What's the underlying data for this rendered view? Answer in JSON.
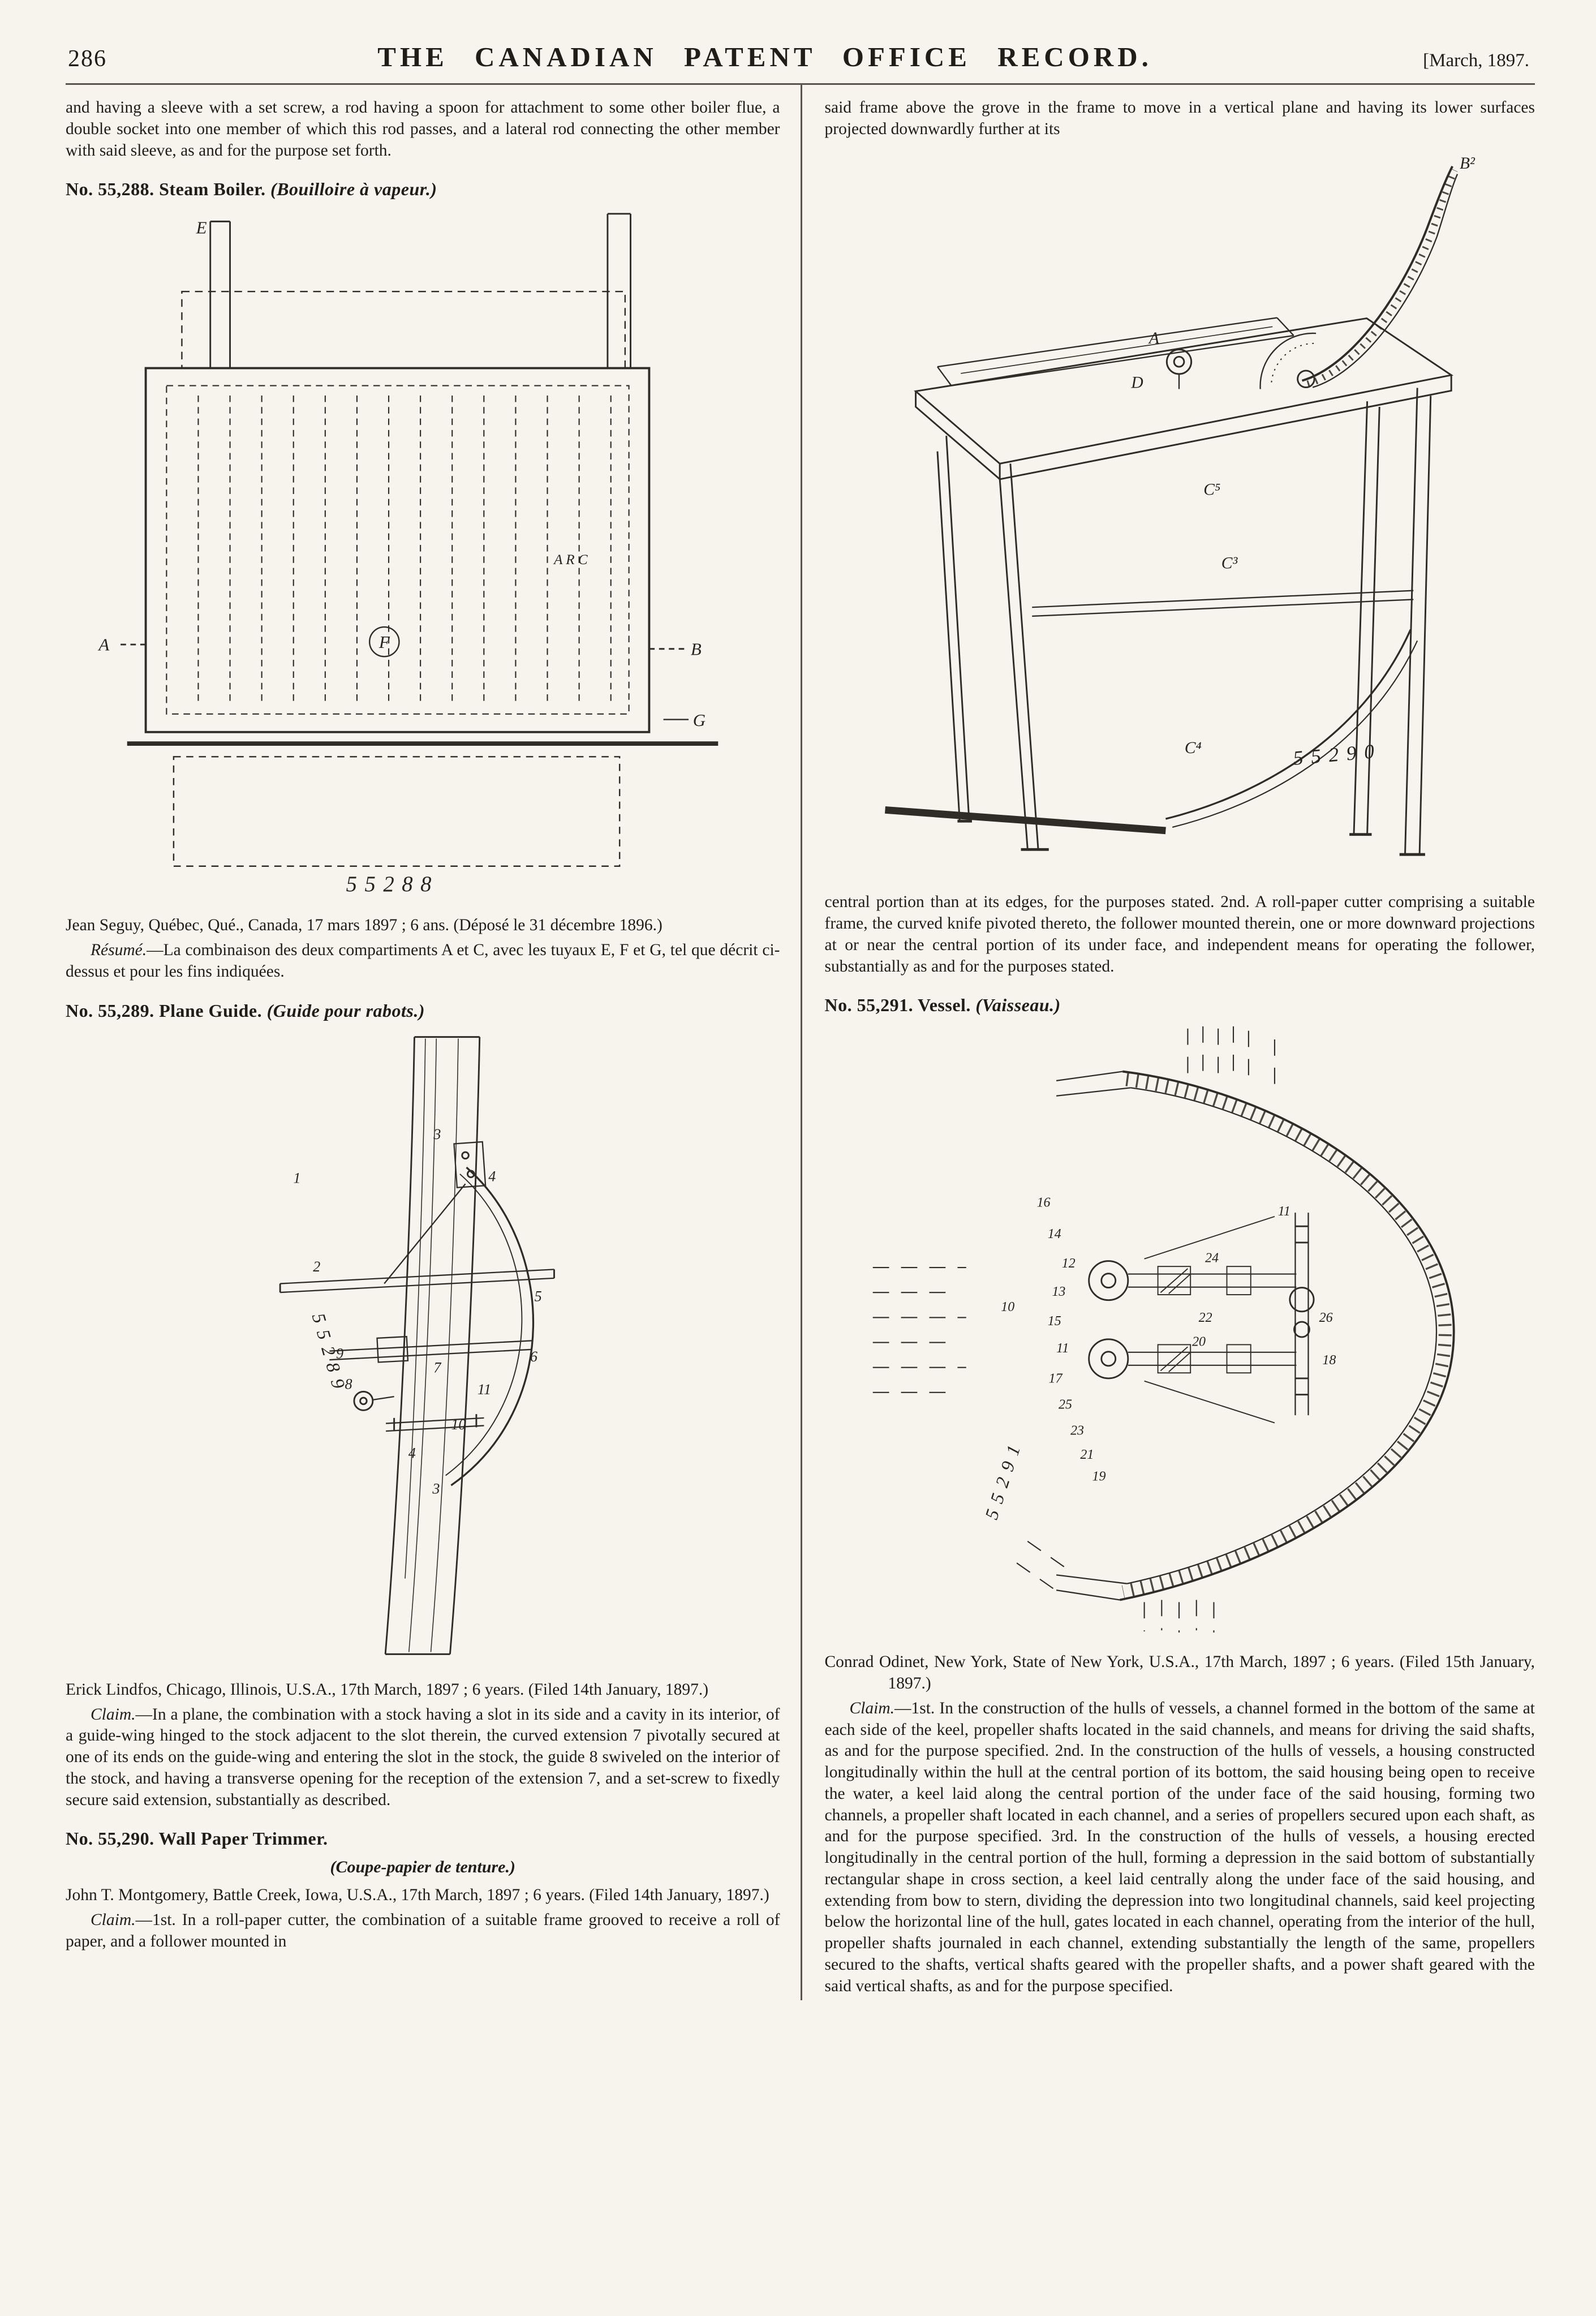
{
  "header": {
    "page_number": "286",
    "title": "THE CANADIAN PATENT OFFICE RECORD.",
    "issue": "[March, 1897."
  },
  "left": {
    "continuation": "and having a sleeve with a set screw, a rod having a spoon for attachment to some other boiler flue, a double socket into one member of which this rod passes, and a lateral rod connecting the other member with said sleeve, as and for the purpose set forth.",
    "e288": {
      "no": "No. 55,288.",
      "title": "Steam Boiler.",
      "title_fr": "(Bouilloire à vapeur.)",
      "inventor": "Jean Seguy, Québec, Qué., Canada, 17 mars 1897 ; 6 ans. (Déposé le 31 décembre 1896.)",
      "claim_label": "Résumé.",
      "claim": "—La combinaison des deux compartiments A et C, avec les tuyaux E, F et G, tel que décrit ci-dessus et pour les fins indiquées.",
      "fig": {
        "number": "55288",
        "labels": {
          "e": "E",
          "a": "A",
          "b": "B",
          "f": "F",
          "g": "G",
          "arc": "A R C"
        }
      }
    },
    "e289": {
      "no": "No. 55,289.",
      "title": "Plane Guide.",
      "title_fr": "(Guide pour rabots.)",
      "inventor": "Erick Lindfos, Chicago, Illinois, U.S.A., 17th March, 1897 ; 6 years. (Filed 14th January, 1897.)",
      "claim_label": "Claim.",
      "claim": "—In a plane, the combination with a stock having a slot in its side and a cavity in its interior, of a guide-wing hinged to the stock adjacent to the slot therein, the curved extension 7 pivotally secured at one of its ends on the guide-wing and entering the slot in the stock, the guide 8 swiveled on the interior of the stock, and having a transverse opening for the reception of the extension 7, and a set-screw to fixedly secure said extension, substantially as described.",
      "fig": {
        "number": "55289",
        "labels": [
          "1",
          "2",
          "3",
          "4",
          "5",
          "6",
          "7",
          "8",
          "9",
          "10",
          "11"
        ]
      }
    },
    "e290": {
      "no": "No. 55,290.",
      "title": "Wall Paper Trimmer.",
      "title_fr": "(Coupe-papier de tenture.)",
      "inventor": "John T. Montgomery, Battle Creek, Iowa, U.S.A., 17th March, 1897 ; 6 years. (Filed 14th January, 1897.)",
      "claim_label": "Claim.",
      "claim_part1": "—1st. In a roll-paper cutter, the combination of a suitable frame grooved to receive a roll of paper, and a follower mounted in"
    }
  },
  "right": {
    "cont1": "said frame above the grove in the frame to move in a vertical plane and having its lower surfaces projected downwardly further at its",
    "cont2": "central portion than at its edges, for the purposes stated. 2nd. A roll-paper cutter comprising a suitable frame, the curved knife pivoted thereto, the follower mounted therein, one or more downward projections at or near the central portion of its under face, and independent means for operating the follower, substantially as and for the purposes stated.",
    "fig290": {
      "number": "55290",
      "labels": {
        "a": "A",
        "b2": "B²",
        "c5": "C⁵",
        "c3": "C³",
        "c4": "C⁴",
        "d": "D"
      }
    },
    "e291": {
      "no": "No. 55,291.",
      "title": "Vessel.",
      "title_fr": "(Vaisseau.)",
      "inventor": "Conrad Odinet, New York, State of New York, U.S.A., 17th March, 1897 ; 6 years. (Filed 15th January, 1897.)",
      "claim_label": "Claim.",
      "claim": "—1st. In the construction of the hulls of vessels, a channel formed in the bottom of the same at each side of the keel, propeller shafts located in the said channels, and means for driving the said shafts, as and for the purpose specified. 2nd. In the construction of the hulls of vessels, a housing constructed longitudinally within the hull at the central portion of its bottom, the said housing being open to receive the water, a keel laid along the central portion of the under face of the said housing, forming two channels, a propeller shaft located in each channel, and a series of propellers secured upon each shaft, as and for the purpose specified. 3rd. In the construction of the hulls of vessels, a housing erected longitudinally in the central portion of the hull, forming a depression in the said bottom of substantially rectangular shape in cross section, a keel laid centrally along the under face of the said housing, and extending from bow to stern, dividing the depression into two longitudinal channels, said keel projecting below the horizontal line of the hull, gates located in each channel, operating from the interior of the hull, propeller shafts journaled in each channel, extending substantially the length of the same, propellers secured to the shafts, vertical shafts geared with the propeller shafts, and a power shaft geared with the said vertical shafts, as and for the purpose specified.",
      "fig": {
        "number": "55291",
        "labels": [
          "10",
          "11",
          "12",
          "13",
          "14",
          "15",
          "16",
          "17",
          "18",
          "19",
          "20",
          "21",
          "22",
          "23",
          "24",
          "25",
          "26"
        ]
      }
    }
  }
}
